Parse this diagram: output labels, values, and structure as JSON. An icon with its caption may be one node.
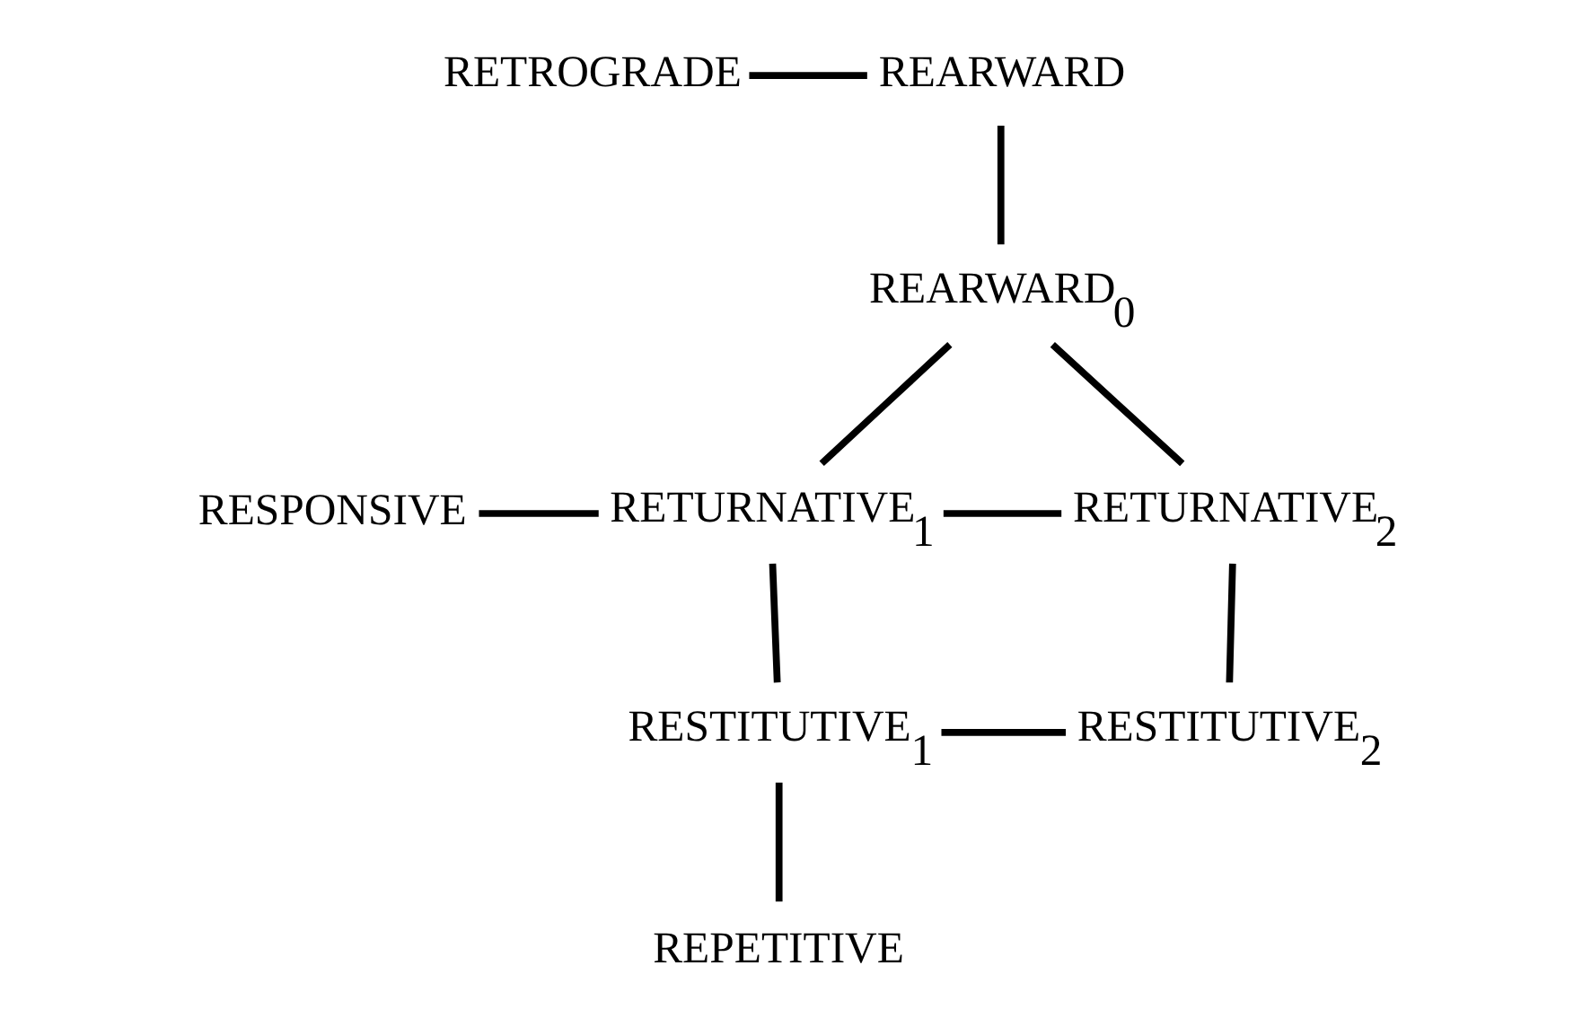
{
  "diagram": {
    "nodes": [
      {
        "text": [
          "RETROGRADE"
        ]
      },
      {
        "text": [
          "REARWARD"
        ]
      },
      {
        "text": [
          "REARWARD$_{0}$"
        ]
      },
      {
        "text": [
          "RESPONSIVE"
        ]
      },
      {
        "text": [
          "RETURNATIVE$_{1}$"
        ]
      },
      {
        "text": [
          "RETURNATIVE$_{2}$"
        ]
      },
      {
        "text": [
          "RESTITUTIVE$_{1}$"
        ]
      },
      {
        "text": [
          "RESTITUTIVE$_{2}$"
        ]
      },
      {
        "text": [
          "REPETITIVE"
        ]
      }
    ],
    "edges": [
      {
        "from": 0,
        "to": 1,
        "arrow": "none"
      },
      {
        "from": 1,
        "to": 2,
        "arrow": "none"
      },
      {
        "from": 2,
        "to": 4,
        "arrow": "none"
      },
      {
        "from": 2,
        "to": 5,
        "arrow": "none"
      },
      {
        "from": 3,
        "to": 4,
        "arrow": "none"
      },
      {
        "from": 4,
        "to": 5,
        "arrow": "none"
      },
      {
        "from": 4,
        "to": 6,
        "arrow": "none"
      },
      {
        "from": 5,
        "to": 7,
        "arrow": "none"
      },
      {
        "from": 6,
        "to": 7,
        "arrow": "none"
      },
      {
        "from": 6,
        "to": 8,
        "arrow": "none"
      }
    ]
  }
}
